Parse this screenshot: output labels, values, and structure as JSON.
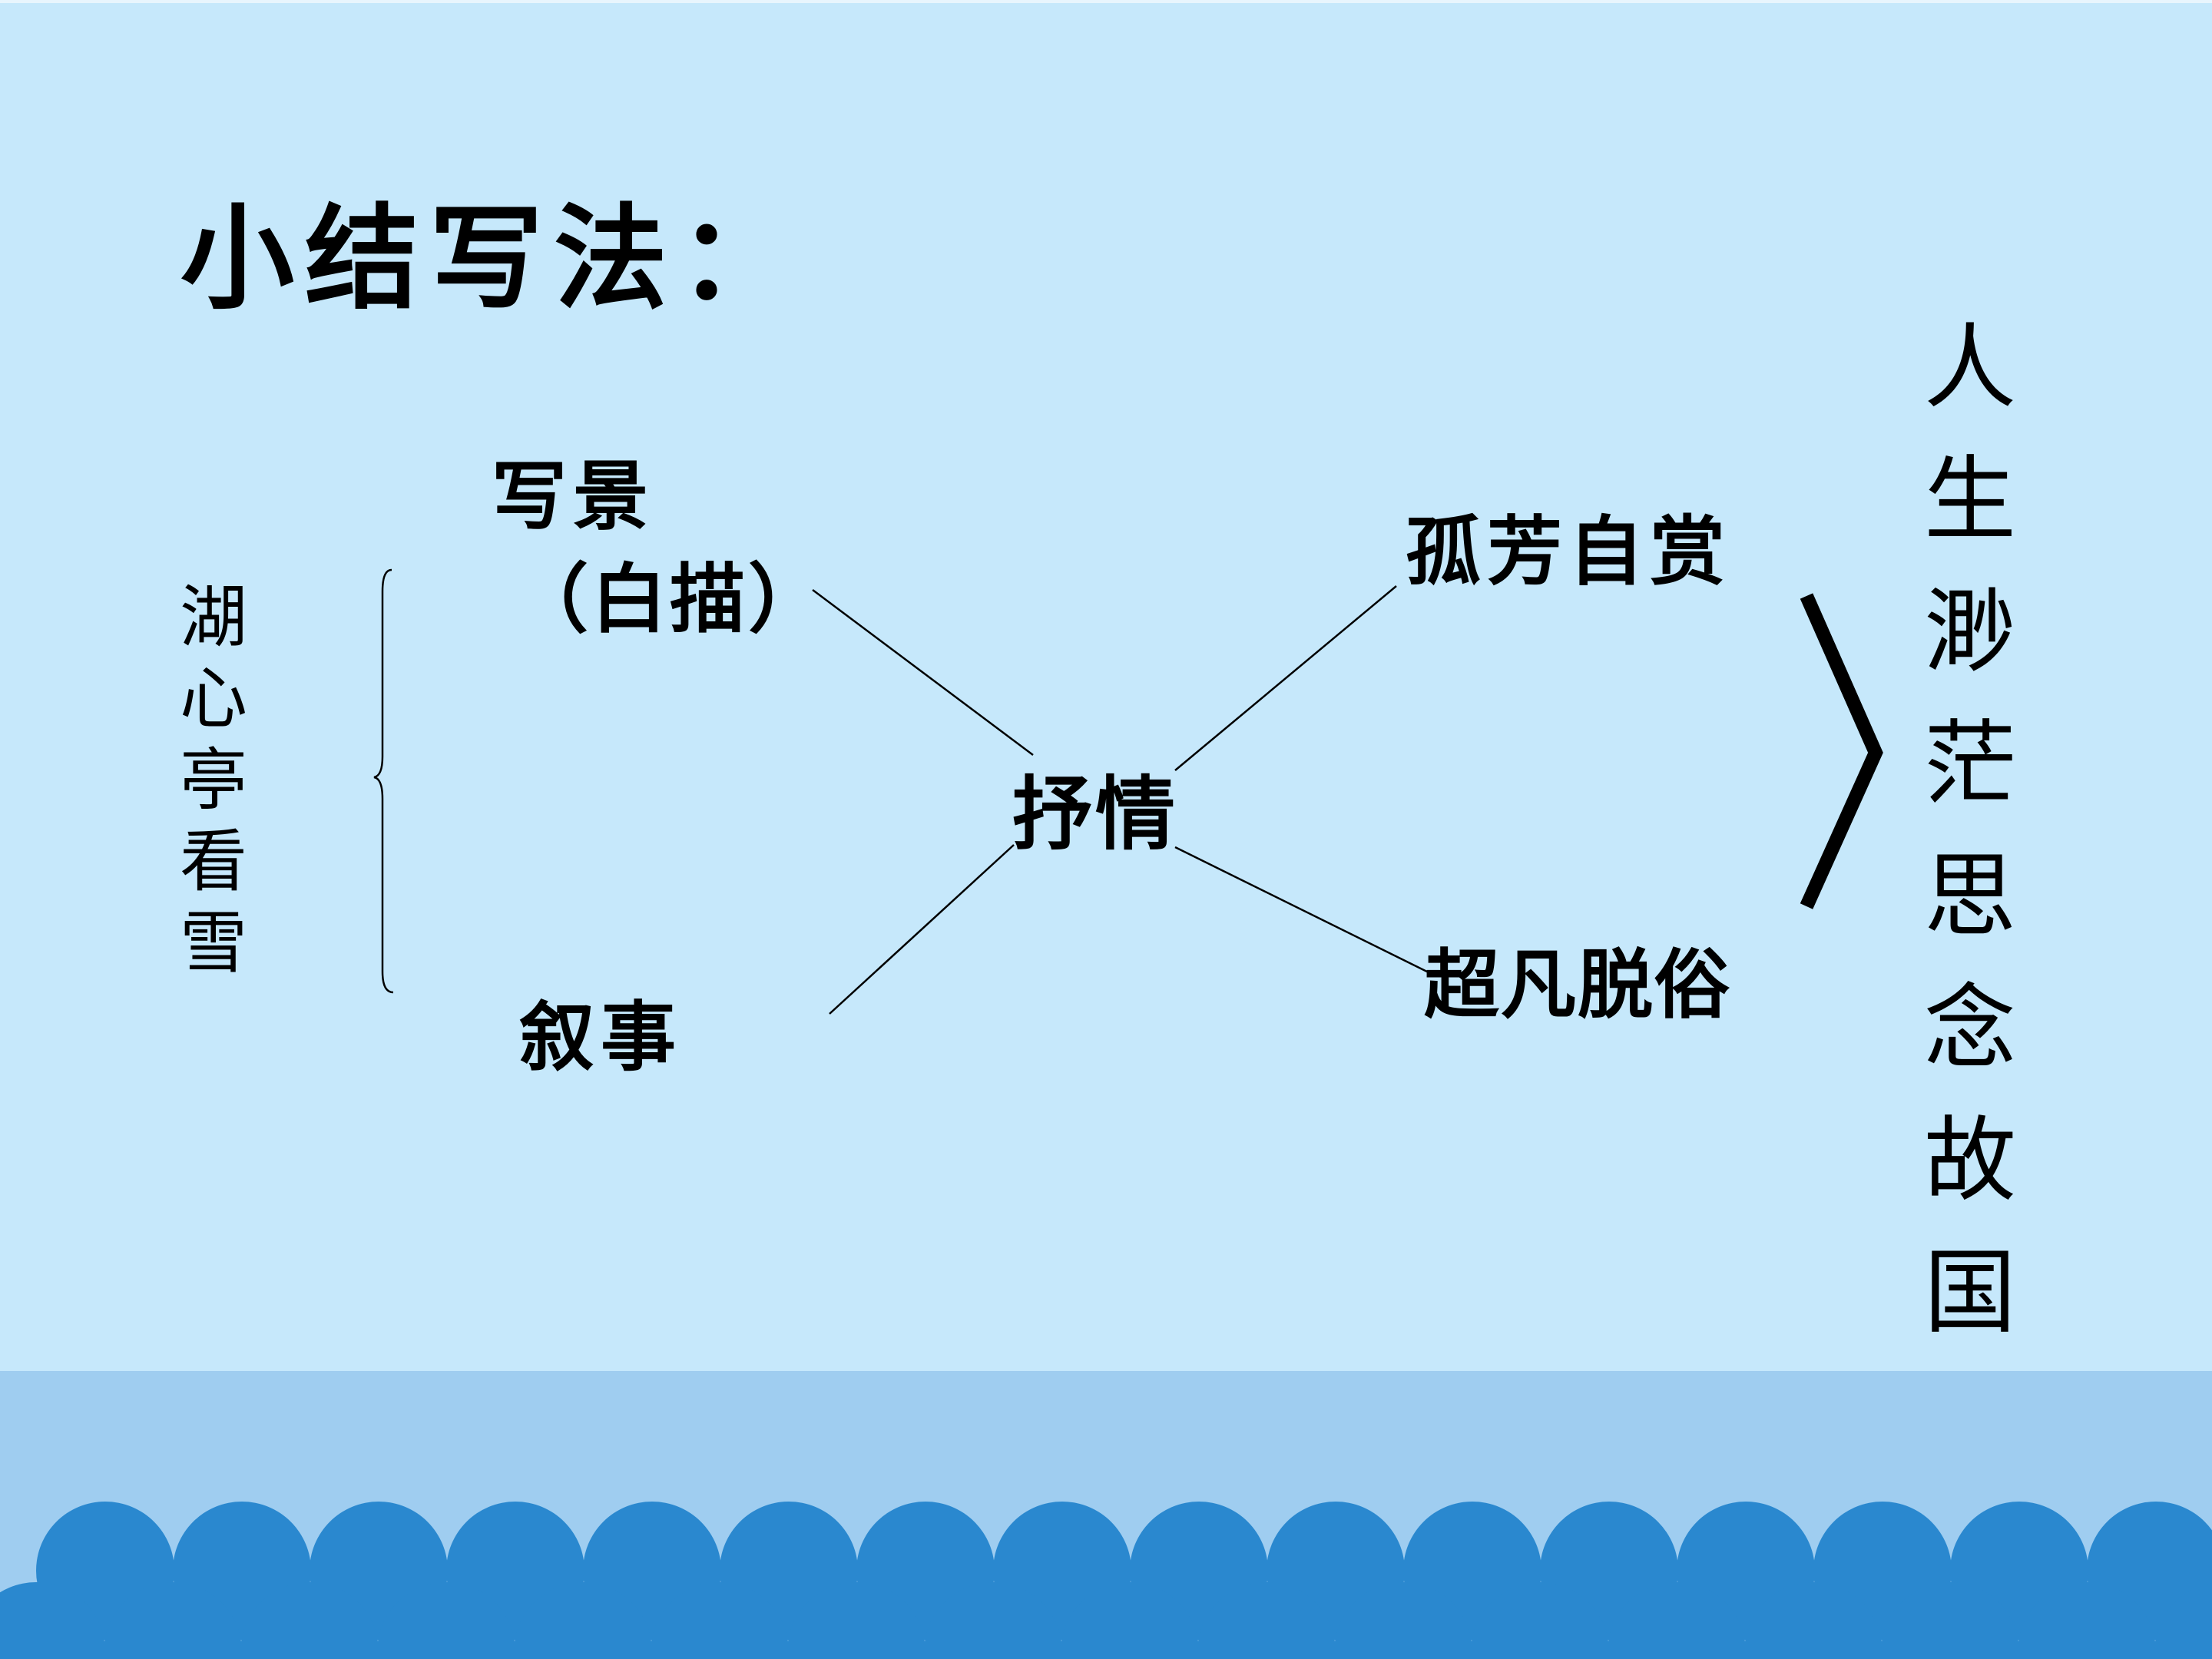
{
  "colors": {
    "sky": "#c6e8fb",
    "sea_band": "#9fcdf0",
    "wave": "#2a88cf",
    "line": "#000000"
  },
  "title": "小结写法：",
  "left_label": [
    "湖",
    "心",
    "亭",
    "看",
    "雪"
  ],
  "nodes": {
    "xiejing": "写景",
    "baimiao": "（白描）",
    "xushi": "叙事",
    "shuqing": "抒情",
    "gufang": "孤芳自赏",
    "chaofan": "超凡脱俗"
  },
  "conclusion": [
    "人",
    "生",
    "渺",
    "茫",
    "思",
    "念",
    "故",
    "国"
  ],
  "icons": {
    "left_brace": "left-brace-icon",
    "right_angle": "right-angle-bracket-icon"
  }
}
